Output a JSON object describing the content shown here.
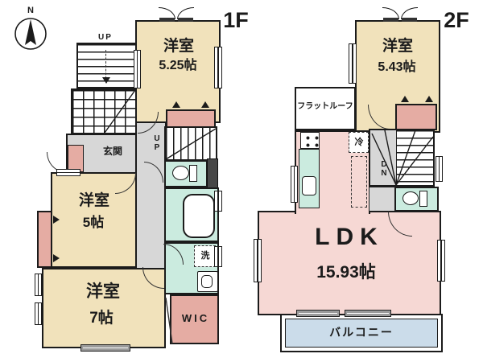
{
  "compass": {
    "label": "N"
  },
  "floor1": {
    "label": "1F",
    "bedroom_525": {
      "name": "洋室",
      "area": "5.25帖"
    },
    "bedroom_5": {
      "name": "洋室",
      "area": "5帖"
    },
    "bedroom_7": {
      "name": "洋室",
      "area": "7帖"
    },
    "entrance": {
      "name": "玄関"
    },
    "wic": {
      "name": "WIC"
    },
    "laundry": {
      "name": "洗"
    },
    "stairs_main": {
      "label": "UP"
    },
    "stairs_hall": {
      "label": "UP"
    }
  },
  "floor2": {
    "label": "2F",
    "bedroom_543": {
      "name": "洋室",
      "area": "5.43帖"
    },
    "ldk": {
      "name": "LDK",
      "area": "15.93帖"
    },
    "flat_roof": {
      "name": "フラットルーフ"
    },
    "refrigerator": {
      "name": "冷"
    },
    "stairs": {
      "label": "DN"
    },
    "balcony": {
      "name": "バルコニー"
    }
  },
  "colors": {
    "room_beige": "#F1E2BB",
    "closet_pink": "#E5ACA3",
    "ldk_pink": "#F6D8D4",
    "wet_area_teal": "#CBEBDF",
    "balcony_blue": "#CBDCEA",
    "hall_gray": "#D7D7D7",
    "wall": "#1b1b1b"
  }
}
